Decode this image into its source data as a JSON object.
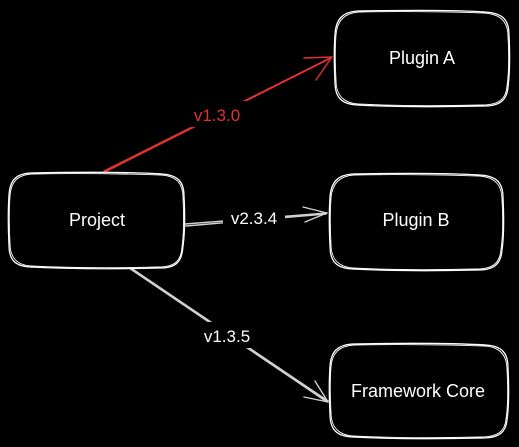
{
  "nodes": {
    "project": {
      "label": "Project"
    },
    "plugin_a": {
      "label": "Plugin A"
    },
    "plugin_b": {
      "label": "Plugin B"
    },
    "framework_core": {
      "label": "Framework Core"
    }
  },
  "edges": {
    "to_plugin_a": {
      "label": "v1.3.0",
      "color": "#e03131"
    },
    "to_plugin_b": {
      "label": "v2.3.4",
      "color": "#d0d0d0"
    },
    "to_framework_core": {
      "label": "v1.3.5",
      "color": "#d0d0d0"
    }
  },
  "colors": {
    "background": "#000000",
    "node_stroke": "#ffffff",
    "text": "#ffffff"
  }
}
